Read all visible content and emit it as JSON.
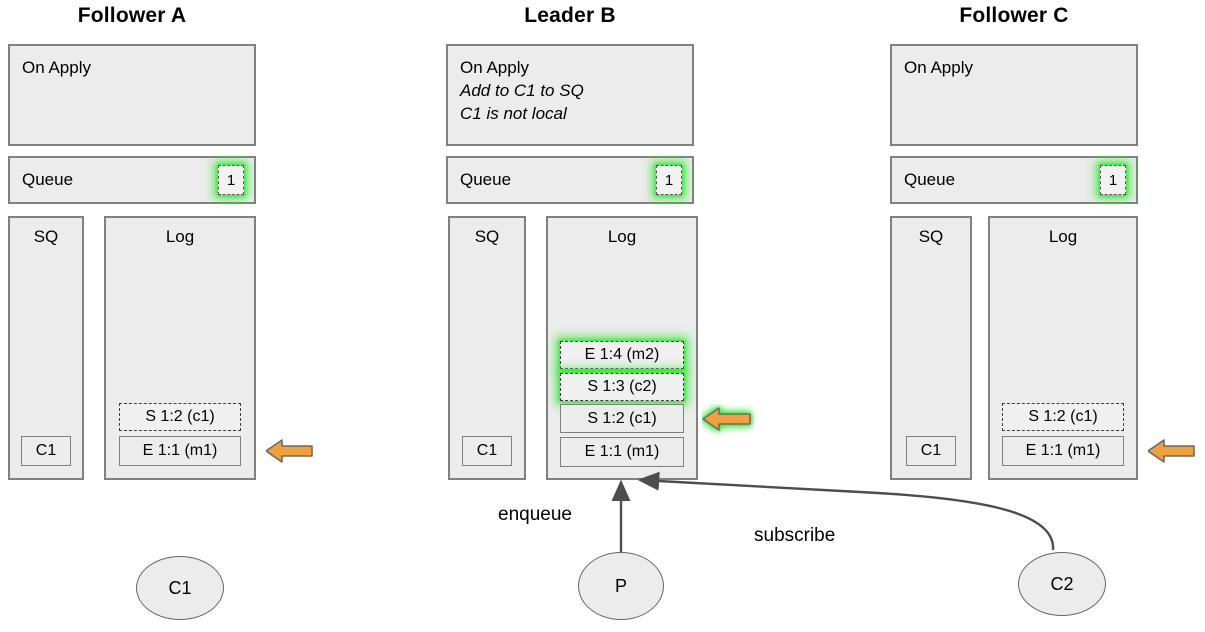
{
  "diagram": {
    "title_hidden": "Raft-like replicated log with subscription queue",
    "colors": {
      "box_fill": "#ececec",
      "box_border": "#808080",
      "arrow_orange": "#f0a03c",
      "arrow_orange_border": "#606060",
      "glow_green": "#3ce63c",
      "edge_gray": "#4d4d4d"
    }
  },
  "nodes": [
    {
      "id": "follower-a",
      "title": "Follower A",
      "on_apply": {
        "header": "On Apply",
        "lines": []
      },
      "queue": {
        "label": "Queue",
        "count": "1",
        "highlighted": true
      },
      "sq": {
        "label": "SQ",
        "entries": [
          "C1"
        ]
      },
      "log": {
        "label": "Log",
        "entries": [
          {
            "text": "S 1:2 (c1)",
            "style": "dashed",
            "highlighted": false
          },
          {
            "text": "E 1:1 (m1)",
            "style": "solid",
            "highlighted": false
          }
        ]
      },
      "commit_arrow": {
        "target": "E 1:1 (m1)",
        "highlighted": false
      }
    },
    {
      "id": "leader-b",
      "title": "Leader B",
      "on_apply": {
        "header": "On Apply",
        "lines": [
          "Add to C1 to SQ",
          "C1 is not local"
        ]
      },
      "queue": {
        "label": "Queue",
        "count": "1",
        "highlighted": true
      },
      "sq": {
        "label": "SQ",
        "entries": [
          "C1"
        ]
      },
      "log": {
        "label": "Log",
        "entries": [
          {
            "text": "E 1:4 (m2)",
            "style": "dashed",
            "highlighted": true
          },
          {
            "text": "S 1:3 (c2)",
            "style": "dashed",
            "highlighted": true
          },
          {
            "text": "S 1:2 (c1)",
            "style": "solid",
            "highlighted": false
          },
          {
            "text": "E 1:1 (m1)",
            "style": "solid",
            "highlighted": false
          }
        ]
      },
      "commit_arrow": {
        "target": "S 1:2 (c1)",
        "highlighted": true
      }
    },
    {
      "id": "follower-c",
      "title": "Follower C",
      "on_apply": {
        "header": "On Apply",
        "lines": []
      },
      "queue": {
        "label": "Queue",
        "count": "1",
        "highlighted": true
      },
      "sq": {
        "label": "SQ",
        "entries": [
          "C1"
        ]
      },
      "log": {
        "label": "Log",
        "entries": [
          {
            "text": "S 1:2 (c1)",
            "style": "dashed",
            "highlighted": false
          },
          {
            "text": "E 1:1 (m1)",
            "style": "solid",
            "highlighted": false
          }
        ]
      },
      "commit_arrow": {
        "target": "E 1:1 (m1)",
        "highlighted": false
      }
    }
  ],
  "clients": [
    {
      "id": "c1",
      "label": "C1"
    },
    {
      "id": "p",
      "label": "P"
    },
    {
      "id": "c2",
      "label": "C2"
    }
  ],
  "edges": [
    {
      "id": "enqueue",
      "label": "enqueue",
      "from": "p",
      "to": "leader-b-log"
    },
    {
      "id": "subscribe",
      "label": "subscribe",
      "from": "c2",
      "to": "leader-b-log"
    }
  ]
}
